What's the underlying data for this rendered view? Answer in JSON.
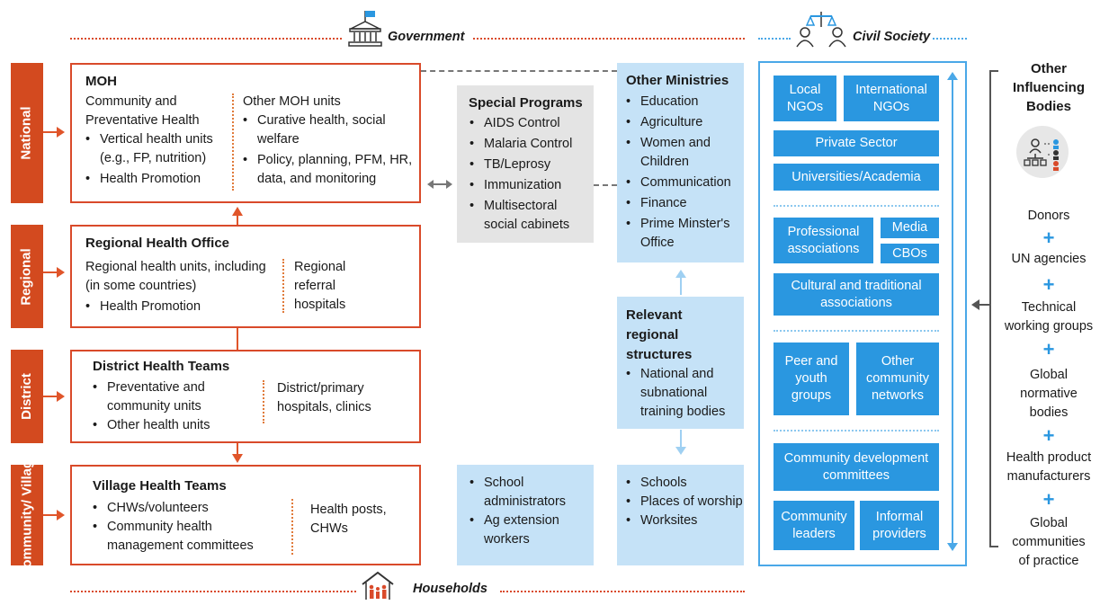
{
  "headers": {
    "government": "Government",
    "civil_society": "Civil Society",
    "households": "Households"
  },
  "levels": {
    "national": "National",
    "regional": "Regional",
    "district": "District",
    "community": "Community/ Village"
  },
  "moh": {
    "title": "MOH",
    "left_line1": "Community and",
    "left_line2": "Preventative Health",
    "left_items": [
      "Vertical health units (e.g., FP, nutrition)",
      "Health Promotion"
    ],
    "right_heading": "Other MOH units",
    "right_items": [
      "Curative health, social welfare",
      "Policy, planning, PFM, HR, data, and monitoring"
    ]
  },
  "regional_office": {
    "title": "Regional Health Office",
    "left_text": "Regional health units, including (in some countries)",
    "left_items": [
      "Health Promotion"
    ],
    "right_text": "Regional referral hospitals"
  },
  "district_teams": {
    "title": "District Health Teams",
    "left_items": [
      "Preventative and community units",
      "Other health units"
    ],
    "right_text": "District/primary hospitals, clinics"
  },
  "village_teams": {
    "title": "Village Health Teams",
    "left_items": [
      "CHWs/volunteers",
      "Community health management committees"
    ],
    "right_text": "Health posts, CHWs"
  },
  "special_programs": {
    "title": "Special Programs",
    "items": [
      "AIDS Control",
      "Malaria Control",
      "TB/Leprosy",
      "Immunization",
      "Multisectoral social cabinets"
    ]
  },
  "other_ministries": {
    "title": "Other Ministries",
    "items": [
      "Education",
      "Agriculture",
      "Women and Children",
      "Communication",
      "Finance",
      "Prime Minster's Office"
    ]
  },
  "relevant_regional": {
    "title": "Relevant regional structures",
    "items": [
      "National and subnational training bodies"
    ]
  },
  "school_box": {
    "items": [
      "School administrators",
      "Ag extension workers"
    ]
  },
  "schools_box": {
    "items": [
      "Schools",
      "Places of worship",
      "Worksites"
    ]
  },
  "civil_society": {
    "local_ngos": "Local NGOs",
    "international_ngos": "International NGOs",
    "private_sector": "Private Sector",
    "universities": "Universities/Academia",
    "professional": "Professional associations",
    "media": "Media",
    "cbos": "CBOs",
    "cultural": "Cultural and traditional associations",
    "peer_youth": "Peer and youth groups",
    "other_networks": "Other community networks",
    "dev_committees": "Community development committees",
    "community_leaders": "Community leaders",
    "informal_providers": "Informal providers"
  },
  "other_bodies": {
    "title": "Other Influencing Bodies",
    "items": [
      "Donors",
      "UN agencies",
      "Technical working groups",
      "Global normative bodies",
      "Health product manufacturers",
      "Global communities of practice"
    ]
  },
  "colors": {
    "government_red": "#d34a1f",
    "civil_blue": "#2a97e0",
    "light_blue": "#c5e2f7",
    "gray": "#e4e4e4"
  }
}
